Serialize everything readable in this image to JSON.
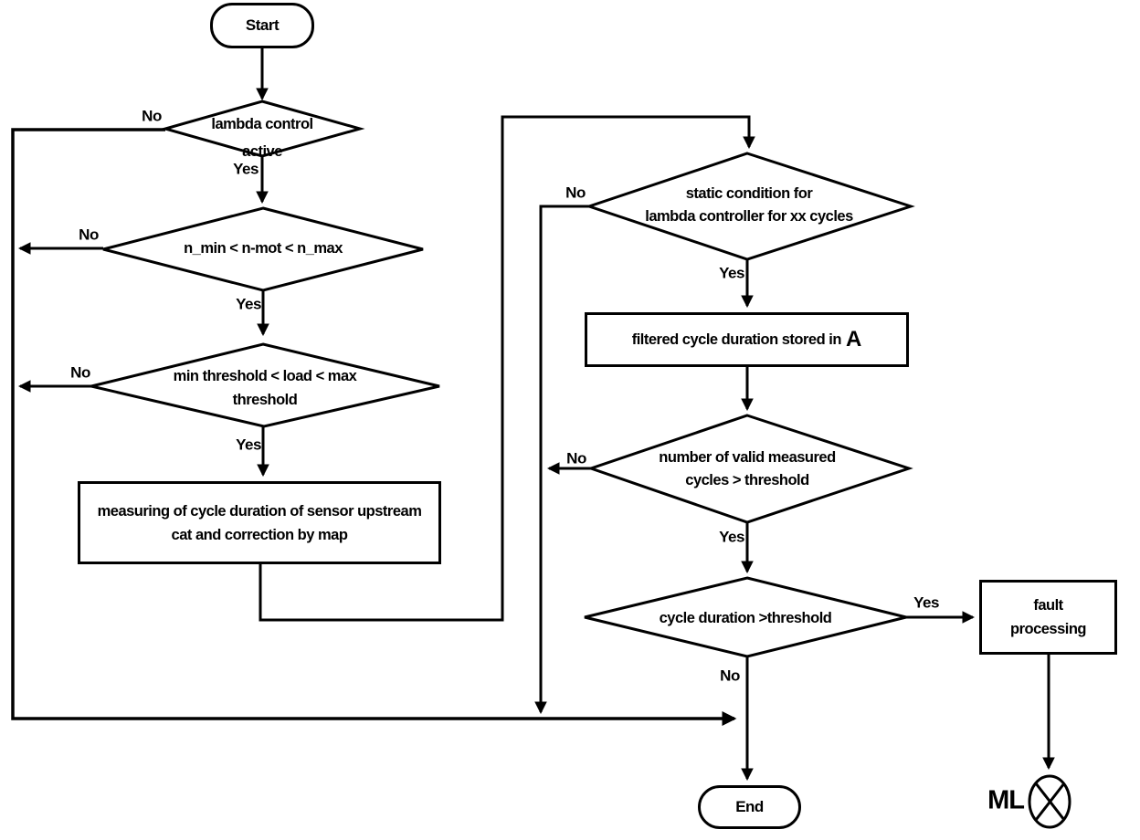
{
  "diagram": {
    "kind": "flowchart",
    "subject": "lambda sensor cycle-duration diagnostic"
  },
  "colors": {
    "line": "#000000",
    "background": "#ffffff"
  },
  "labels": {
    "yes": "Yes",
    "no": "No"
  },
  "nodes": {
    "start": {
      "label": "Start"
    },
    "lambda_control": {
      "line1": "lambda control",
      "line2": "active"
    },
    "engine_speed": {
      "label": "n_min < n-mot < n_max"
    },
    "load_threshold": {
      "line1": "min threshold < load < max",
      "line2": "threshold"
    },
    "measuring": {
      "line1": "measuring of cycle duration of sensor upstream",
      "line2": "cat and correction by map"
    },
    "static_condition": {
      "line1": "static condition for",
      "line2": "lambda controller for xx cycles"
    },
    "filtered_storage": {
      "text": "filtered cycle duration stored in",
      "register": "A"
    },
    "valid_cycles": {
      "line1": "number of valid measured",
      "line2": "cycles > threshold"
    },
    "cycle_duration": {
      "label": "cycle duration  >threshold"
    },
    "fault_processing": {
      "line1": "fault",
      "line2": "processing"
    },
    "end": {
      "label": "End"
    },
    "mil_lamp": {
      "label": "ML"
    }
  }
}
